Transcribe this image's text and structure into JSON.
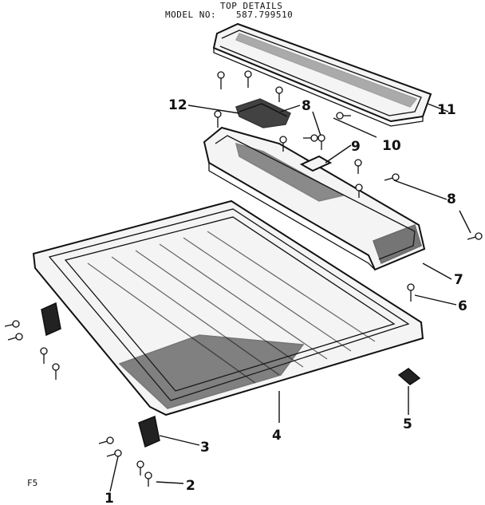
{
  "header": {
    "title": "TOP DETAILS",
    "model_label": "MODEL NO:",
    "model_number": "587.799510"
  },
  "footer": {
    "code": "F5"
  },
  "callouts": [
    {
      "id": "1",
      "label": "1"
    },
    {
      "id": "2",
      "label": "2"
    },
    {
      "id": "3",
      "label": "3"
    },
    {
      "id": "4",
      "label": "4"
    },
    {
      "id": "5",
      "label": "5"
    },
    {
      "id": "6",
      "label": "6"
    },
    {
      "id": "7",
      "label": "7"
    },
    {
      "id": "8a",
      "label": "8"
    },
    {
      "id": "8b",
      "label": "8"
    },
    {
      "id": "9",
      "label": "9"
    },
    {
      "id": "10",
      "label": "10"
    },
    {
      "id": "11",
      "label": "11"
    },
    {
      "id": "12",
      "label": "12"
    }
  ]
}
